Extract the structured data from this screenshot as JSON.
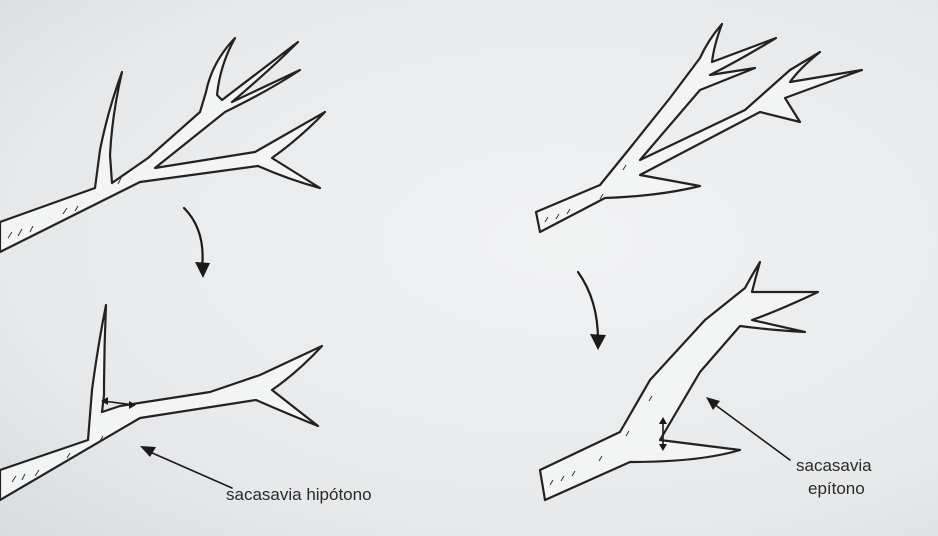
{
  "labels": {
    "hypotone": "sacasavia hipótono",
    "epitone_line1": "sacasavia",
    "epitone_line2": "epítono"
  }
}
